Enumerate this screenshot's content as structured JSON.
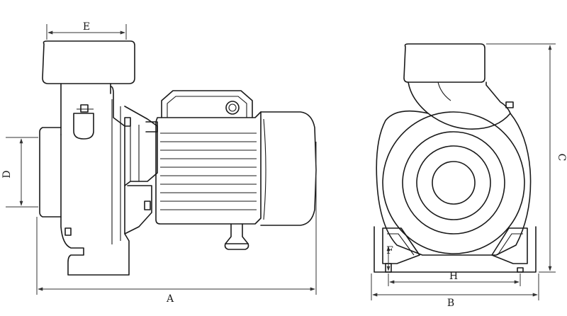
{
  "diagram": {
    "dimension_labels": {
      "A": "A",
      "B": "B",
      "C": "C",
      "D": "D",
      "E": "E",
      "F": "F",
      "H": "H"
    }
  }
}
